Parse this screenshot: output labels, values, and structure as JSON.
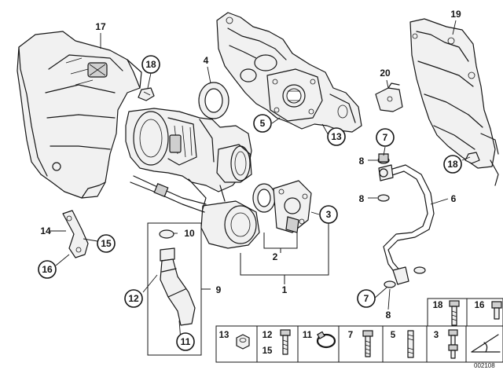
{
  "diagram_id": "002108",
  "callouts": [
    {
      "key": "c17",
      "label": "17",
      "circled": false
    },
    {
      "key": "c18a",
      "label": "18",
      "circled": true
    },
    {
      "key": "c4",
      "label": "4",
      "circled": false
    },
    {
      "key": "c5",
      "label": "5",
      "circled": true
    },
    {
      "key": "c13",
      "label": "13",
      "circled": true
    },
    {
      "key": "c19",
      "label": "19",
      "circled": false
    },
    {
      "key": "c20",
      "label": "20",
      "circled": false
    },
    {
      "key": "c7a",
      "label": "7",
      "circled": true
    },
    {
      "key": "c8a",
      "label": "8",
      "circled": false
    },
    {
      "key": "c8b",
      "label": "8",
      "circled": false
    },
    {
      "key": "c18b",
      "label": "18",
      "circled": true
    },
    {
      "key": "c6",
      "label": "6",
      "circled": false
    },
    {
      "key": "c3",
      "label": "3",
      "circled": true
    },
    {
      "key": "c2",
      "label": "2",
      "circled": false
    },
    {
      "key": "c1",
      "label": "1",
      "circled": false
    },
    {
      "key": "c14",
      "label": "14",
      "circled": false
    },
    {
      "key": "c15",
      "label": "15",
      "circled": true
    },
    {
      "key": "c16",
      "label": "16",
      "circled": true
    },
    {
      "key": "c10",
      "label": "10",
      "circled": false
    },
    {
      "key": "c9",
      "label": "9",
      "circled": false
    },
    {
      "key": "c12",
      "label": "12",
      "circled": true
    },
    {
      "key": "c11",
      "label": "11",
      "circled": true
    },
    {
      "key": "c7b",
      "label": "7",
      "circled": true
    },
    {
      "key": "c8c",
      "label": "8",
      "circled": false
    }
  ],
  "hardware_table": {
    "bottom_row": [
      {
        "key": "t13",
        "labels": [
          "13"
        ],
        "icon": "nut-icon"
      },
      {
        "key": "t12-15",
        "labels": [
          "12",
          "15"
        ],
        "icon": "bolt-icon"
      },
      {
        "key": "t11",
        "labels": [
          "11"
        ],
        "icon": "hose-clamp-icon"
      },
      {
        "key": "t7",
        "labels": [
          "7"
        ],
        "icon": "stud-bolt-icon"
      },
      {
        "key": "t5",
        "labels": [
          "5"
        ],
        "icon": "stud-icon"
      },
      {
        "key": "t3",
        "labels": [
          "3"
        ],
        "icon": "double-bolt-icon"
      }
    ],
    "upper_row": [
      {
        "key": "t18",
        "labels": [
          "18"
        ],
        "icon": "long-bolt-icon"
      },
      {
        "key": "t16",
        "labels": [
          "16"
        ],
        "icon": "short-bolt-icon"
      }
    ]
  }
}
